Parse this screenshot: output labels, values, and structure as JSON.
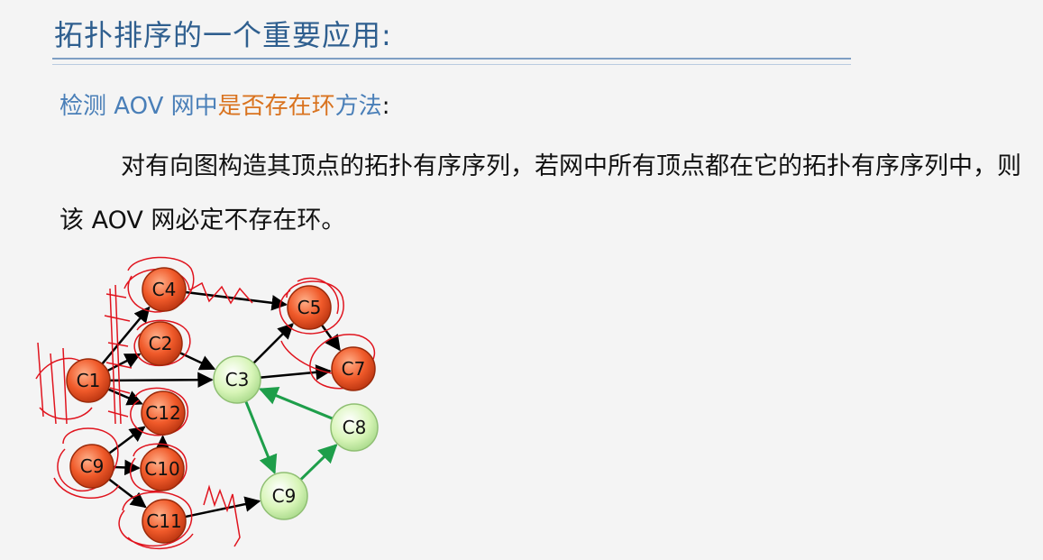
{
  "slide": {
    "title": "拓扑排序的一个重要应用:",
    "subtitle": {
      "part1": "检测 AOV 网中",
      "highlight": "是否存在环",
      "part2": "方法",
      "colon": ":"
    },
    "body": "对有向图构造其顶点的拓扑有序序列，若网中所有顶点都在它的拓扑有序序列中，则该 AOV  网必定不存在环。"
  },
  "diagram": {
    "colors": {
      "removed_fill": "#f05a2a",
      "remaining_fill": "#d8f5b8",
      "arrow": "#000000",
      "cycle_arrow": "#1e9e4a",
      "scribble": "#e0141e"
    },
    "nodes": [
      {
        "id": "C1",
        "label": "C1",
        "state": "removed"
      },
      {
        "id": "C2",
        "label": "C2",
        "state": "removed"
      },
      {
        "id": "C4",
        "label": "C4",
        "state": "removed"
      },
      {
        "id": "C5",
        "label": "C5",
        "state": "removed"
      },
      {
        "id": "C7",
        "label": "C7",
        "state": "removed"
      },
      {
        "id": "C9a",
        "label": "C9",
        "state": "removed"
      },
      {
        "id": "C10",
        "label": "C10",
        "state": "removed"
      },
      {
        "id": "C11",
        "label": "C11",
        "state": "removed"
      },
      {
        "id": "C12",
        "label": "C12",
        "state": "removed"
      },
      {
        "id": "C3",
        "label": "C3",
        "state": "remaining"
      },
      {
        "id": "C8",
        "label": "C8",
        "state": "remaining"
      },
      {
        "id": "C9b",
        "label": "C9",
        "state": "remaining"
      }
    ],
    "edges": [
      {
        "from": "C1",
        "to": "C4",
        "kind": "normal"
      },
      {
        "from": "C1",
        "to": "C2",
        "kind": "normal"
      },
      {
        "from": "C1",
        "to": "C3",
        "kind": "normal"
      },
      {
        "from": "C1",
        "to": "C12",
        "kind": "normal"
      },
      {
        "from": "C2",
        "to": "C3",
        "kind": "normal"
      },
      {
        "from": "C4",
        "to": "C5",
        "kind": "normal"
      },
      {
        "from": "C3",
        "to": "C5",
        "kind": "normal"
      },
      {
        "from": "C3",
        "to": "C7",
        "kind": "normal"
      },
      {
        "from": "C5",
        "to": "C7",
        "kind": "normal"
      },
      {
        "from": "C9a",
        "to": "C12",
        "kind": "normal"
      },
      {
        "from": "C9a",
        "to": "C10",
        "kind": "normal"
      },
      {
        "from": "C9a",
        "to": "C11",
        "kind": "normal"
      },
      {
        "from": "C10",
        "to": "C12",
        "kind": "normal"
      },
      {
        "from": "C11",
        "to": "C9b",
        "kind": "normal"
      },
      {
        "from": "C3",
        "to": "C9b",
        "kind": "cycle"
      },
      {
        "from": "C9b",
        "to": "C8",
        "kind": "cycle"
      },
      {
        "from": "C8",
        "to": "C3",
        "kind": "cycle"
      }
    ]
  }
}
